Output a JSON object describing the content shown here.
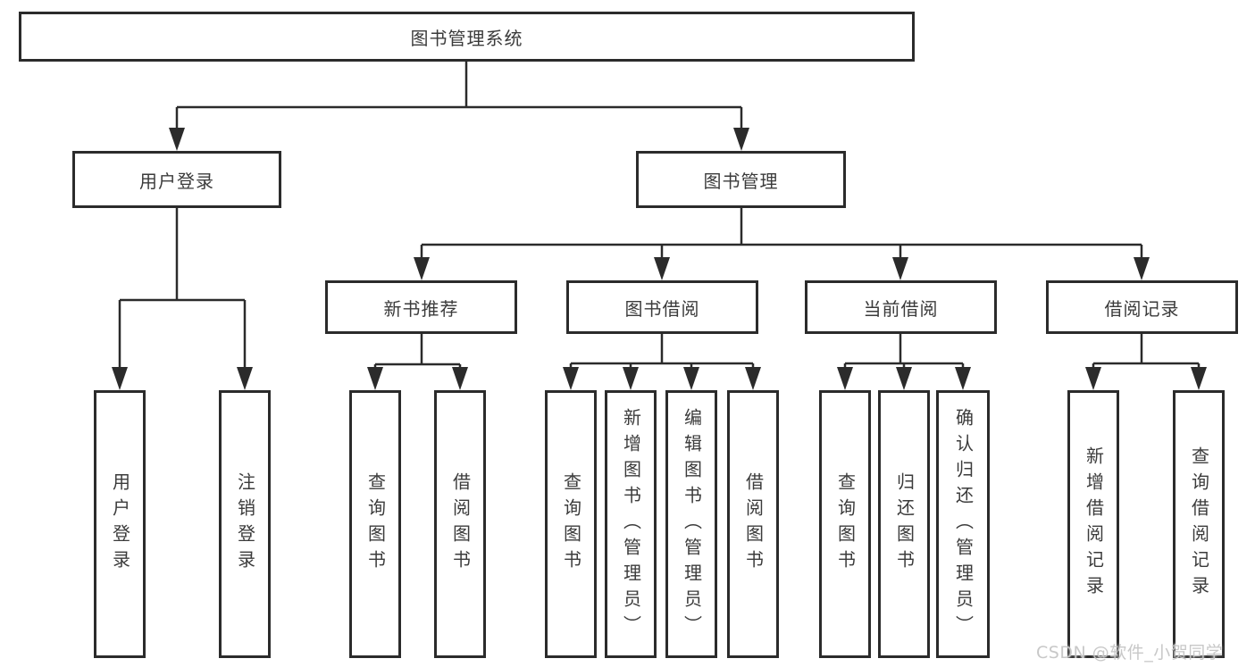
{
  "diagram": {
    "root": {
      "label": "图书管理系统"
    },
    "level2": [
      {
        "label": "用户登录",
        "leaves": [
          {
            "label": "用户登录"
          },
          {
            "label": "注销登录"
          }
        ]
      },
      {
        "label": "图书管理",
        "children": [
          {
            "label": "新书推荐",
            "leaves": [
              {
                "label": "查询图书"
              },
              {
                "label": "借阅图书"
              }
            ]
          },
          {
            "label": "图书借阅",
            "leaves": [
              {
                "label": "查询图书"
              },
              {
                "label": "新增图书（管理员）"
              },
              {
                "label": "编辑图书（管理员）"
              },
              {
                "label": "借阅图书"
              }
            ]
          },
          {
            "label": "当前借阅",
            "leaves": [
              {
                "label": "查询图书"
              },
              {
                "label": "归还图书"
              },
              {
                "label": "确认归还（管理员）"
              }
            ]
          },
          {
            "label": "借阅记录",
            "leaves": [
              {
                "label": "新增借阅记录"
              },
              {
                "label": "查询借阅记录"
              }
            ]
          }
        ]
      }
    ]
  },
  "watermark": {
    "text": "CSDN @软件_小贺同学"
  },
  "colors": {
    "line": "#2b2b2b",
    "box_border": "#2b2b2b",
    "text": "#3b3b3b",
    "background": "#ffffff",
    "watermark": "#c5c5c5"
  }
}
